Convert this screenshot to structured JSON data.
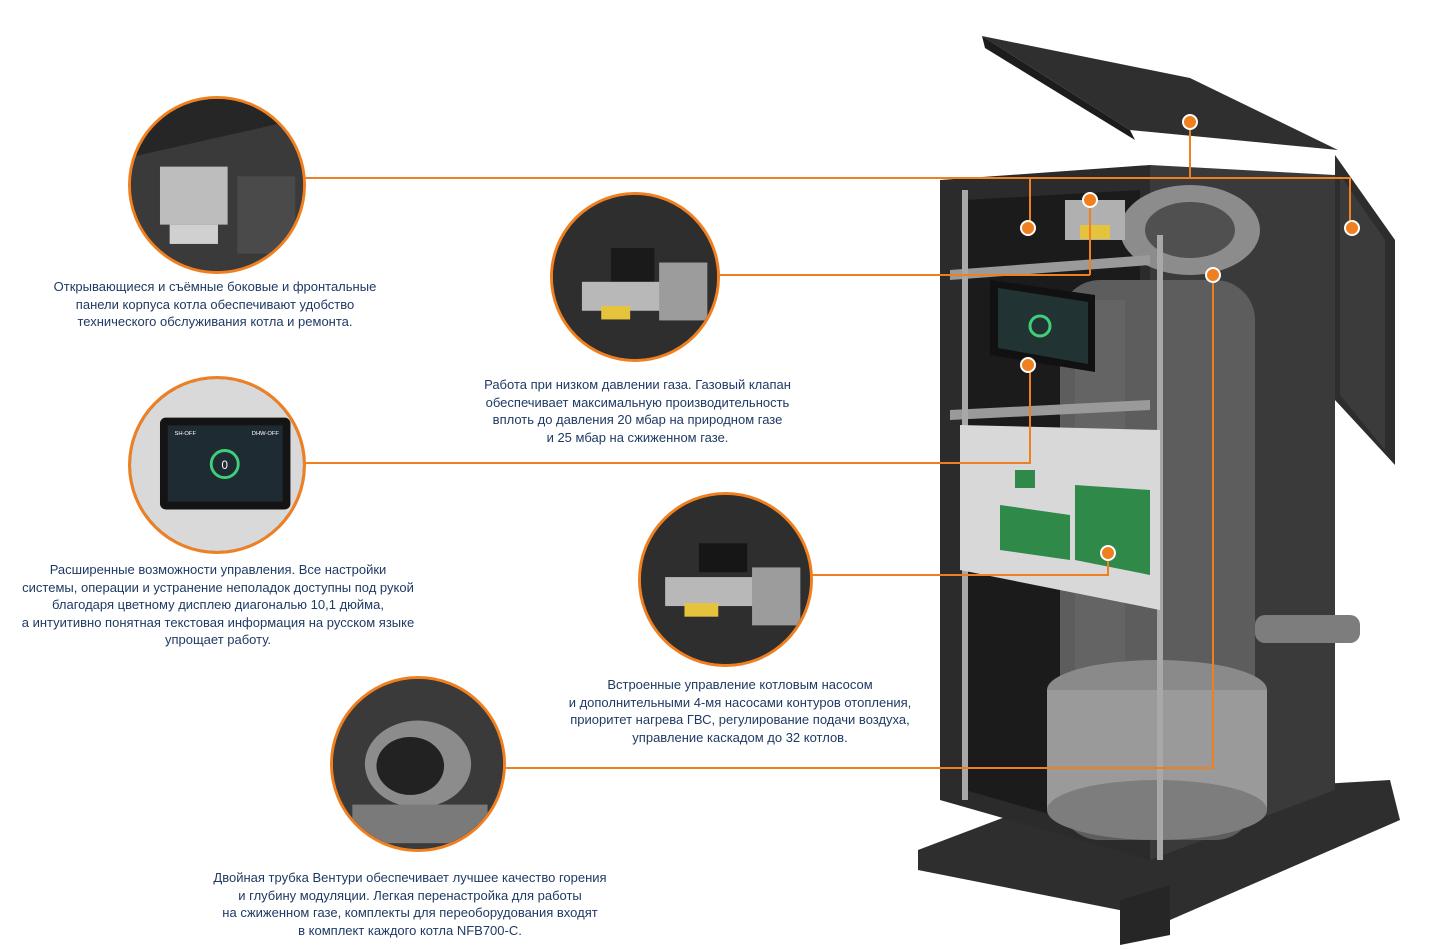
{
  "accent_color": "#f07f1f",
  "text_color": "#1f3a64",
  "callouts": [
    {
      "id": "panels",
      "icon": "boiler-panel-detail",
      "lines": [
        "Открывающиеся и съёмные боковые и фронтальные",
        "панели корпуса котла обеспечивают удобство",
        "технического обслуживания котла и ремонта."
      ]
    },
    {
      "id": "gas",
      "icon": "gas-valve-detail",
      "lines": [
        "Работа при низком давлении газа. Газовый клапан",
        "обеспечивает максимальную производительность",
        "вплоть до давления 20 мбар на природном газе",
        "и 25 мбар на сжиженном газе."
      ]
    },
    {
      "id": "display",
      "icon": "control-display-detail",
      "lines": [
        "Расширенные возможности управления. Все настройки",
        "системы, операции и устранение неполадок доступны под рукой",
        "благодаря цветному дисплею диагональю 10,1 дюйма,",
        "а интуитивно понятная текстовая информация на русском языке",
        "упрощает работу."
      ]
    },
    {
      "id": "pumps",
      "icon": "controller-board-detail",
      "lines": [
        "Встроенные управление котловым насосом",
        "и дополнительными 4-мя насосами контуров отопления,",
        "приоритет нагрева ГВС, регулирование подачи воздуха,",
        "управление каскадом до 32 котлов."
      ]
    },
    {
      "id": "venturi",
      "icon": "venturi-fan-detail",
      "lines": [
        "Двойная трубка Вентури обеспечивает лучшее качество горения",
        "и глубину модуляции. Легкая перенастройка для работы",
        "на сжиженном газе, комплекты для переоборудования входят",
        "в комплект каждого котла NFB700-C."
      ]
    }
  ],
  "display_screen": {
    "left_title": "SH-OFF",
    "right_title": "DHW-OFF",
    "center_value": "0"
  }
}
